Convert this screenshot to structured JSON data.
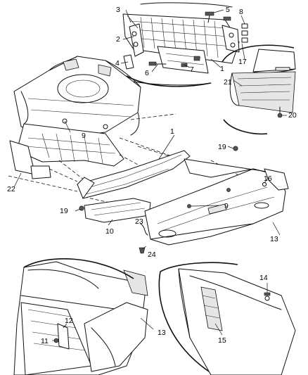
{
  "callouts": [
    {
      "label": "1"
    },
    {
      "label": "2"
    },
    {
      "label": "3"
    },
    {
      "label": "4"
    },
    {
      "label": "5"
    },
    {
      "label": "6"
    },
    {
      "label": "7"
    },
    {
      "label": "8"
    },
    {
      "label": "17"
    },
    {
      "label": "1"
    },
    {
      "label": "21"
    },
    {
      "label": "20"
    },
    {
      "label": "9"
    },
    {
      "label": "1"
    },
    {
      "label": "19"
    },
    {
      "label": "16"
    },
    {
      "label": "22"
    },
    {
      "label": "19"
    },
    {
      "label": "9"
    },
    {
      "label": "10"
    },
    {
      "label": "23"
    },
    {
      "label": "13"
    },
    {
      "label": "24"
    },
    {
      "label": "14"
    },
    {
      "label": "12"
    },
    {
      "label": "11"
    },
    {
      "label": "13"
    },
    {
      "label": "15"
    }
  ]
}
